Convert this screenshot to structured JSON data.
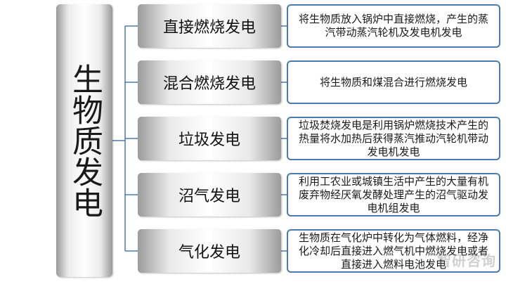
{
  "root": {
    "title": "生物质发电"
  },
  "branches": [
    {
      "label": "直接燃烧发电",
      "description": "将生物质放入锅炉中直接燃烧，产生的蒸汽带动蒸汽轮机及发电机发电"
    },
    {
      "label": "混合燃烧发电",
      "description": "将生物质和煤混合进行燃烧发电"
    },
    {
      "label": "垃圾发电",
      "description": "垃圾焚烧发电是利用锅炉燃烧技术产生的热量将水加热后获得蒸汽推动汽轮机带动发电机发电"
    },
    {
      "label": "沼气发电",
      "description": "利用工农业或城镇生活中产生的大量有机废弃物经厌氧发酵处理产生的沼气驱动发电机组发电"
    },
    {
      "label": "气化发电",
      "description": "生物质在气化炉中转化为气体燃料，经净化冷却后直接进入燃气机中燃烧发电或者直接进入燃料电池发电"
    }
  ],
  "colors": {
    "connector": "#4a79b6",
    "desc_border": "#4a79b6"
  },
  "watermark": "智研咨询"
}
